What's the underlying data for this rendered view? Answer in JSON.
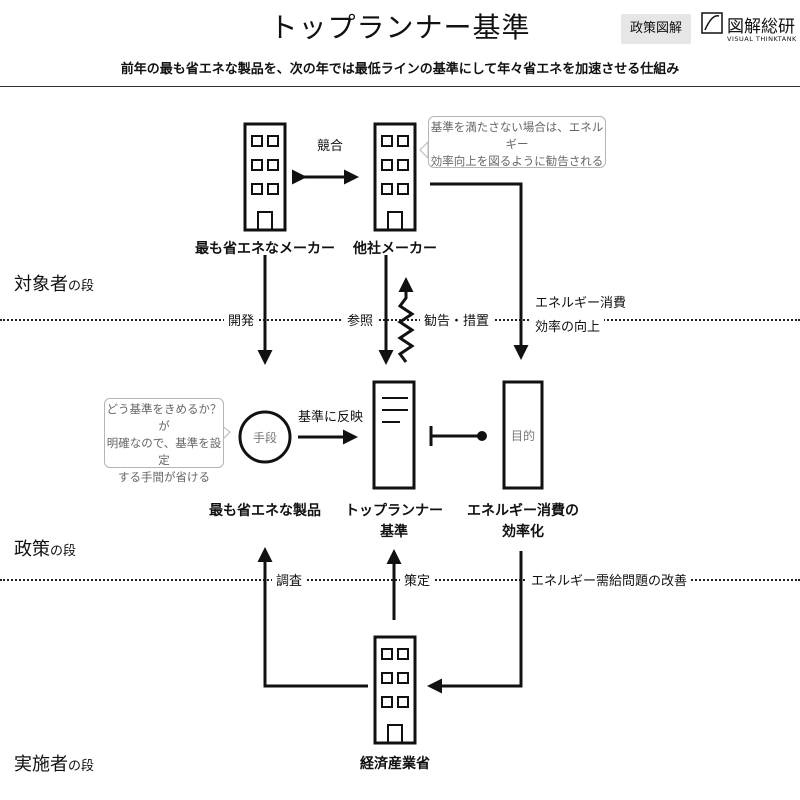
{
  "header": {
    "title": "トップランナー基準",
    "subtitle": "前年の最も省エネな製品を、次の年では最低ラインの基準にして年々省エネを加速させる仕組み",
    "badge": "政策図解",
    "logo_name": "図解総研",
    "logo_sub": "VISUAL THINKTANK"
  },
  "stages": {
    "target": {
      "main": "対象者",
      "suffix": "の段"
    },
    "policy": {
      "main": "政策",
      "suffix": "の段"
    },
    "implementer": {
      "main": "実施者",
      "suffix": "の段"
    }
  },
  "nodes": {
    "top_maker": "最も省エネなメーカー",
    "other_maker": "他社メーカー",
    "method": "手段",
    "best_product": "最も省エネな製品",
    "standard_line1": "トップランナー",
    "standard_line2": "基準",
    "purpose": "目的",
    "efficiency_line1": "エネルギー消費の",
    "efficiency_line2": "効率化",
    "ministry": "経済産業省"
  },
  "edges": {
    "competition": "競合",
    "development": "開発",
    "reference": "参照",
    "advice": "勧告・措置",
    "energy_line1": "エネルギー消費",
    "energy_line2": "効率の向上",
    "reflect": "基準に反映",
    "survey": "調査",
    "formulate": "策定",
    "supply_demand": "エネルギー需給問題の改善"
  },
  "callouts": {
    "advice_note_line1": "基準を満たさない場合は、エネルギー",
    "advice_note_line2": "効率向上を図るように勧告される",
    "method_note_line1": "どう基準をきめるか？が",
    "method_note_line2": "明確なので、基準を設定",
    "method_note_line3": "する手間が省ける"
  },
  "icons": [
    "building-icon",
    "document-icon",
    "arrow-icon"
  ]
}
